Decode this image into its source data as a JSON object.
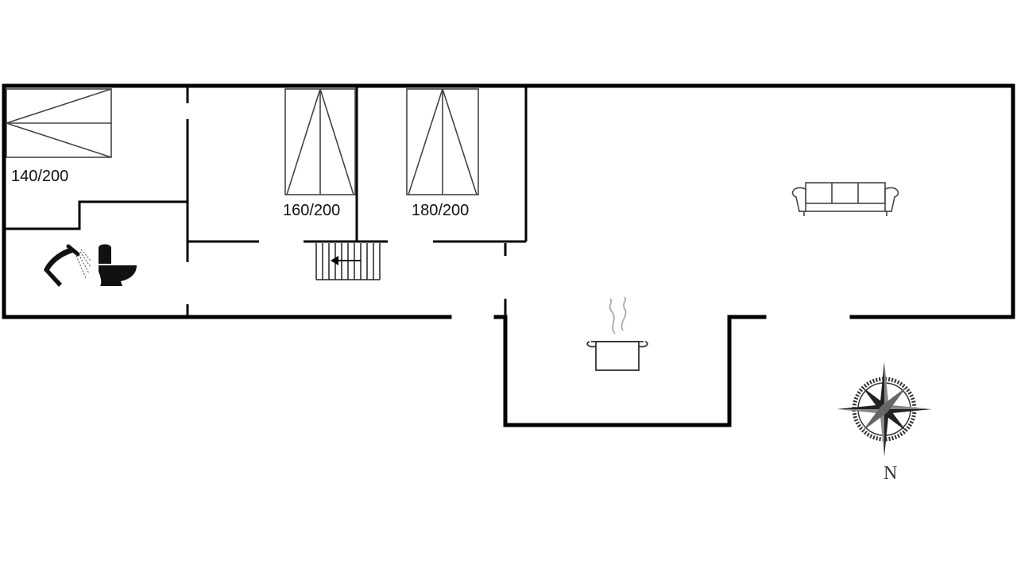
{
  "floorplan": {
    "beds": [
      {
        "size_label": "140/200"
      },
      {
        "size_label": "160/200"
      },
      {
        "size_label": "180/200"
      }
    ],
    "compass": {
      "north_label": "N"
    },
    "icons": [
      "shower-icon",
      "toilet-icon",
      "stairs-icon",
      "sofa-icon",
      "cooking-pot-icon",
      "compass-rose-icon"
    ],
    "colors": {
      "wall": "#000000",
      "furniture": "#333333",
      "background": "#ffffff"
    }
  }
}
